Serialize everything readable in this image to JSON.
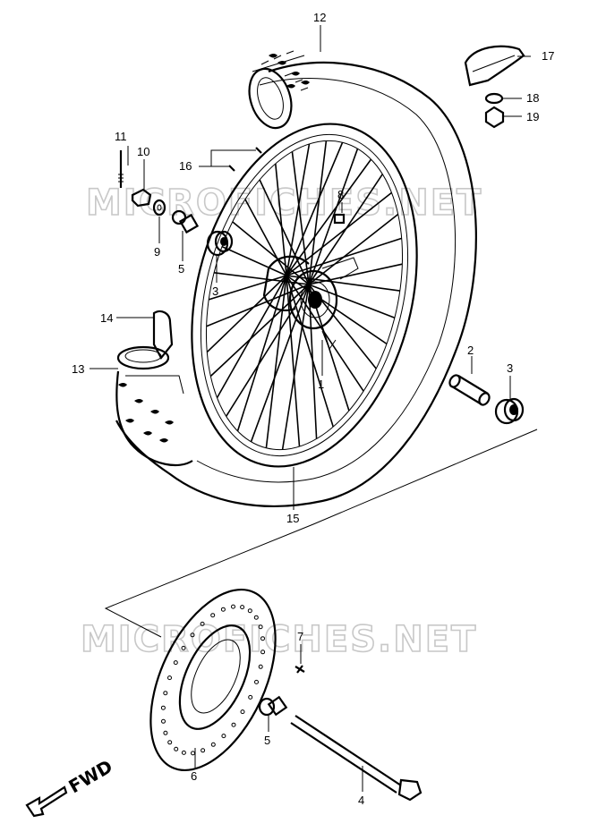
{
  "watermark": "MICROFICHES.NET",
  "direction_label": "FWD",
  "callouts": [
    {
      "id": "1",
      "text": "1"
    },
    {
      "id": "2",
      "text": "2"
    },
    {
      "id": "3a",
      "text": "3"
    },
    {
      "id": "3b",
      "text": "3"
    },
    {
      "id": "4",
      "text": "4"
    },
    {
      "id": "5a",
      "text": "5"
    },
    {
      "id": "5b",
      "text": "5"
    },
    {
      "id": "6",
      "text": "6"
    },
    {
      "id": "7",
      "text": "7"
    },
    {
      "id": "8",
      "text": "8"
    },
    {
      "id": "9",
      "text": "9"
    },
    {
      "id": "10",
      "text": "10"
    },
    {
      "id": "11",
      "text": "11"
    },
    {
      "id": "12",
      "text": "12"
    },
    {
      "id": "13",
      "text": "13"
    },
    {
      "id": "14",
      "text": "14"
    },
    {
      "id": "15",
      "text": "15"
    },
    {
      "id": "16",
      "text": "16"
    },
    {
      "id": "17",
      "text": "17"
    },
    {
      "id": "18",
      "text": "18"
    },
    {
      "id": "19",
      "text": "19"
    }
  ]
}
